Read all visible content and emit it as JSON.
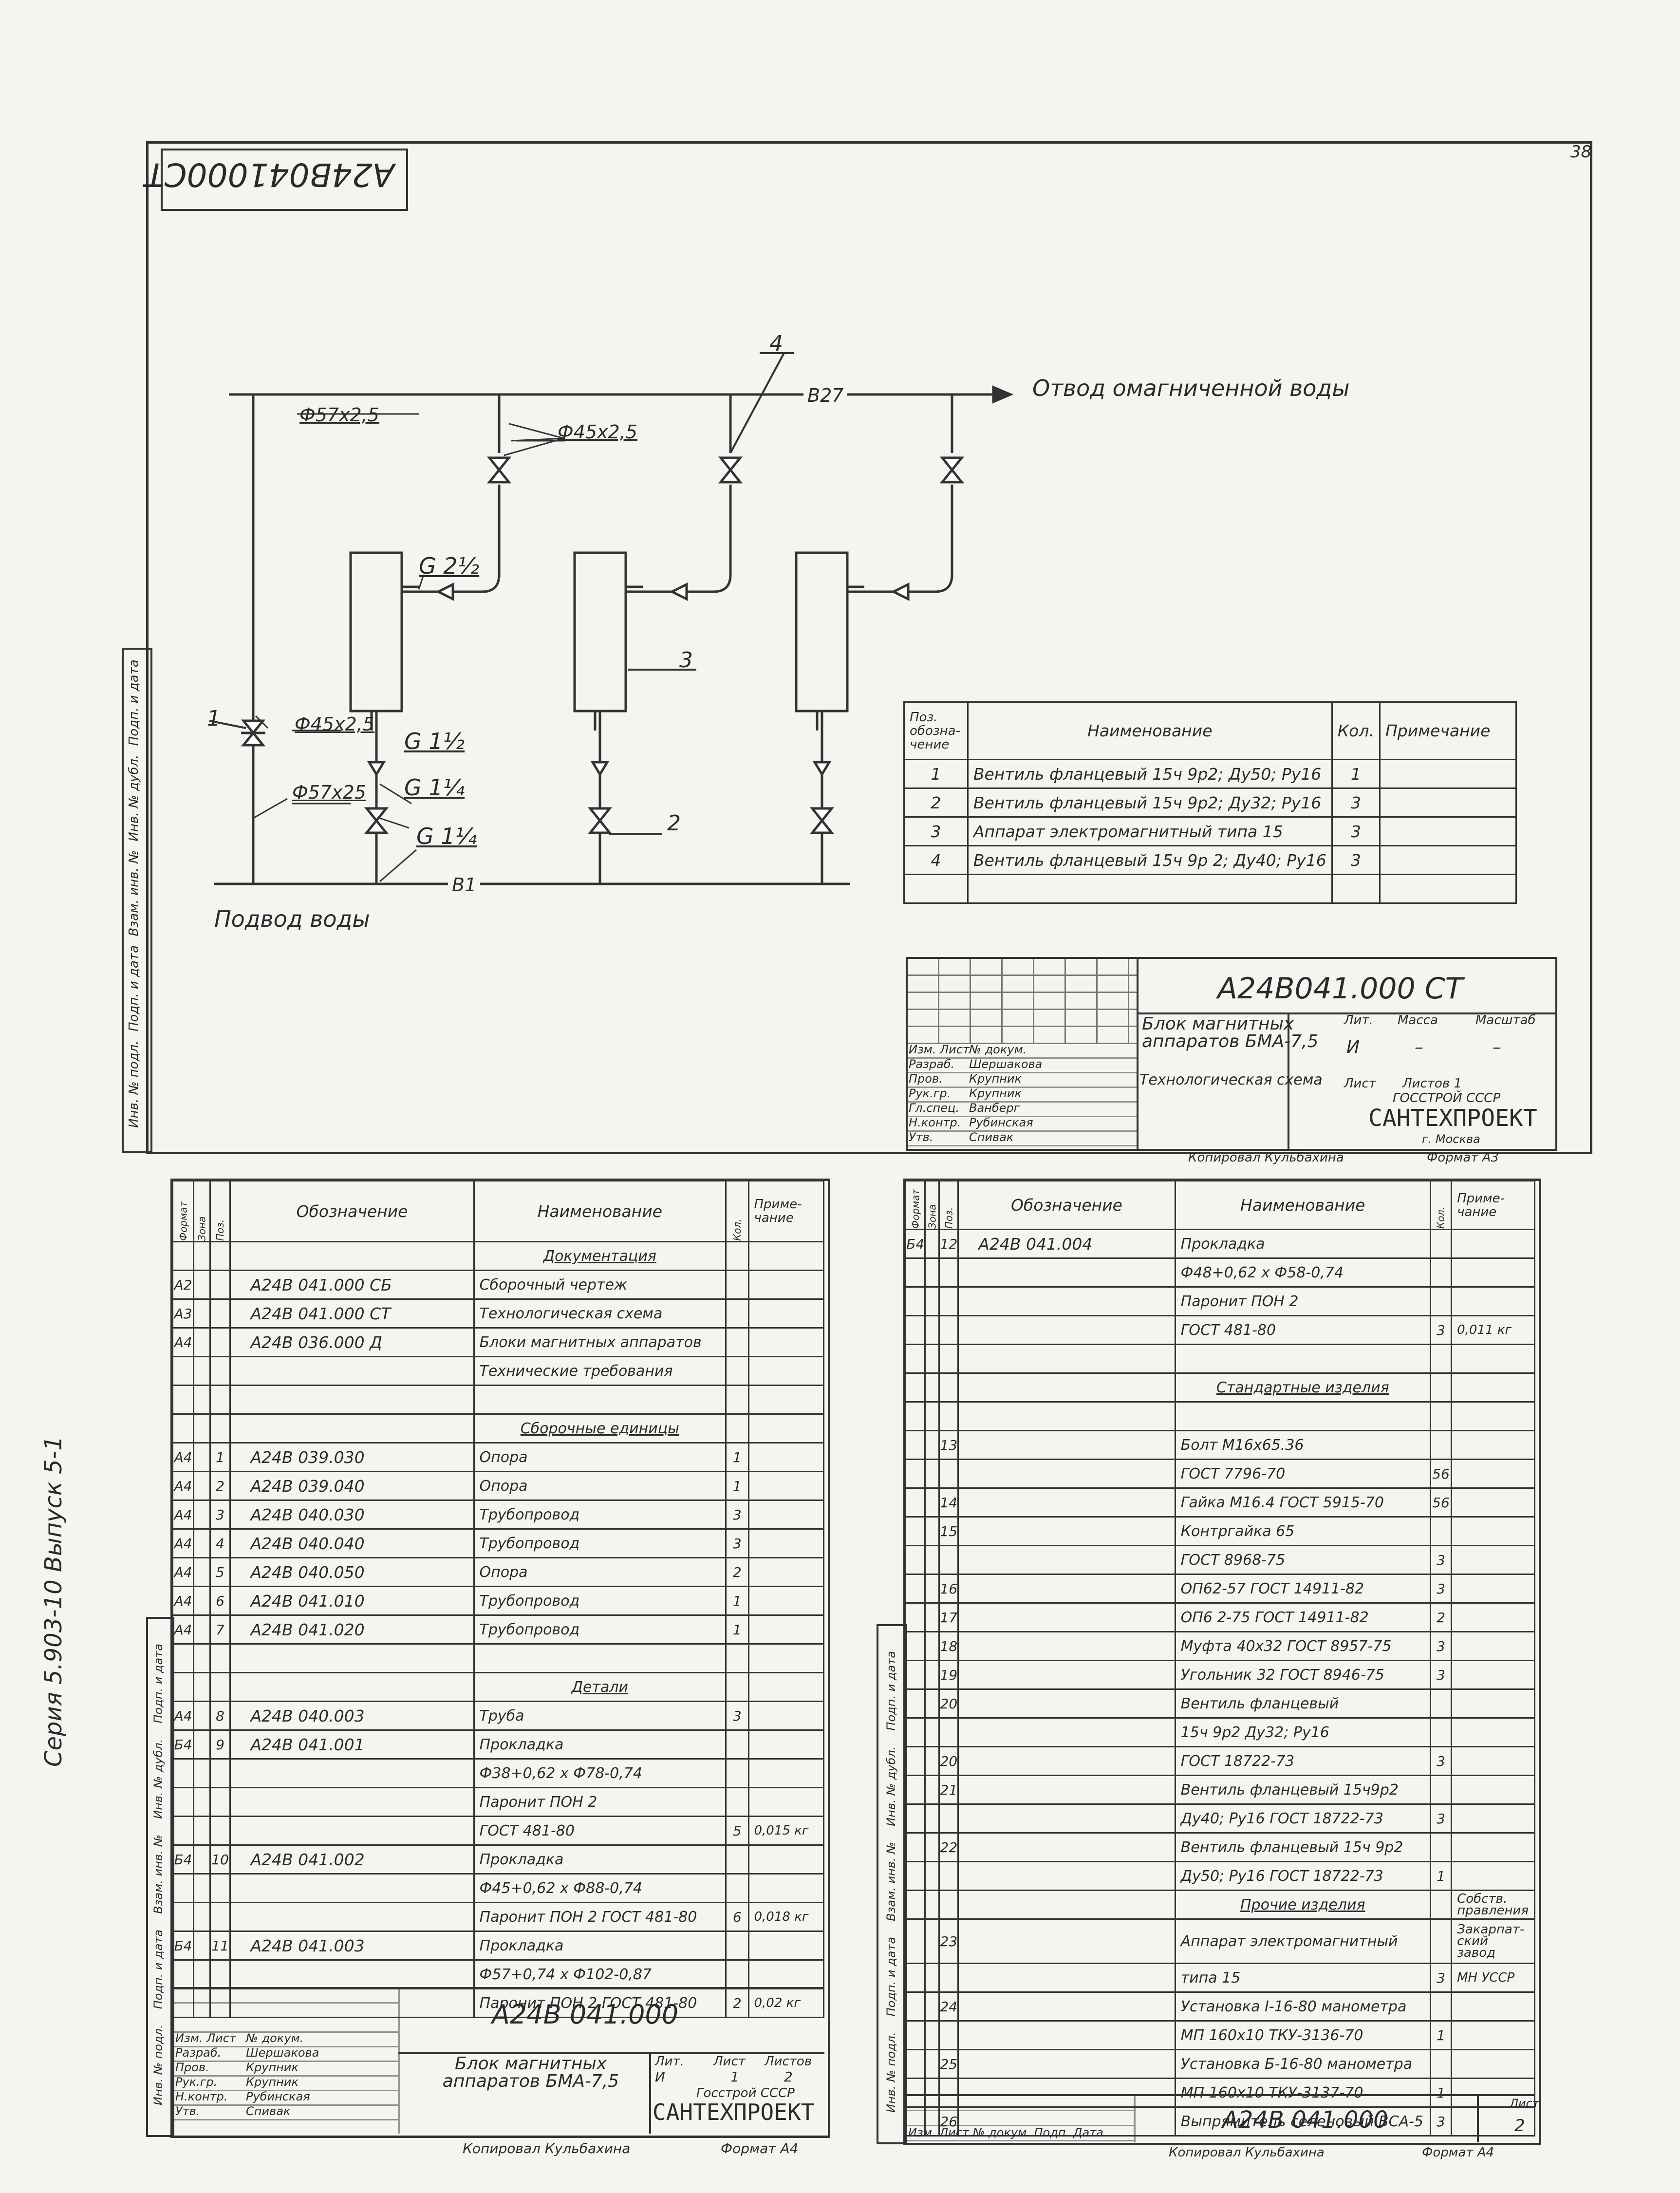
{
  "page": {
    "page_number": "38"
  },
  "scheme": {
    "stamp_code": "А24В041000СТ",
    "outlet_label": "Отвод омагниченной воды",
    "inlet_label": "Подвод воды",
    "pipe_b27": "B27",
    "pipe_b1": "B1",
    "dim_57_top": "Ф57х2,5",
    "dim_45_top": "Ф45х2,5",
    "dim_45_left": "Ф45х2,5",
    "dim_57_bot": "Ф57х25",
    "g_2half": "G 2½",
    "g_1half": "G 1½",
    "g_1q_a": "G 1¼",
    "g_1q_b": "G 1¼",
    "pos_1": "1",
    "pos_2": "2",
    "pos_3": "3",
    "pos_4": "4"
  },
  "legend": {
    "headers": {
      "pos": "Поз. обозна- чение",
      "name": "Наименование",
      "qty": "Кол.",
      "note": "Примечание"
    },
    "rows": [
      {
        "pos": "1",
        "name": "Вентиль фланцевый 15ч 9р2; Ду50; Ру16",
        "qty": "1",
        "note": ""
      },
      {
        "pos": "2",
        "name": "Вентиль фланцевый 15ч 9р2; Ду32; Ру16",
        "qty": "3",
        "note": ""
      },
      {
        "pos": "3",
        "name": "Аппарат электромагнитный типа 15",
        "qty": "3",
        "note": ""
      },
      {
        "pos": "4",
        "name": "Вентиль фланцевый 15ч 9р 2; Ду40; Ру16",
        "qty": "3",
        "note": ""
      }
    ]
  },
  "title_block_top": {
    "code": "А24В041.000 СТ",
    "title": "Блок магнитных аппаратов БМА-7,5",
    "subtitle": "Технологическая схема",
    "org": "ГОССТРОЙ СССР",
    "brand": "САНТЕХПРОЕКТ",
    "city": "г. Москва",
    "lit_label": "Лит.",
    "mass_label": "Масса",
    "scale_label": "Масштаб",
    "lit": "И",
    "mass": "–",
    "scale": "–",
    "sheet_label": "Лист",
    "sheets_label": "Листов 1",
    "roles": [
      "Изм. Лист",
      "Разраб.",
      "Пров.",
      "Рук.гр.",
      "Гл.спец.",
      "Н.контр.",
      "Утв."
    ],
    "names": [
      "№ докум.",
      "Шершакова",
      "Крупник",
      "Крупник",
      "Ванберг",
      "Рубинская",
      "Спивак"
    ],
    "copied": "Копировал Кульбахина",
    "format": "Формат А3"
  },
  "side_stamp_labels": [
    "Инв. № подл.",
    "Подп. и дата",
    "Взам. инв. №",
    "Инв. № дубл.",
    "Подп. и дата"
  ],
  "series_text": "Серия 5.903-10     Выпуск 5-1",
  "spec_left": {
    "headers": {
      "format": "Формат",
      "zone": "Зона",
      "pos": "Поз.",
      "code": "Обозначение",
      "name": "Наименование",
      "qty": "Кол.",
      "note": "Приме- чание"
    },
    "rows": [
      {
        "format": "",
        "zone": "",
        "pos": "",
        "code": "",
        "name": "Документация",
        "qty": "",
        "note": "",
        "section": true
      },
      {
        "format": "А2",
        "zone": "",
        "pos": "",
        "code": "А24В 041.000 СБ",
        "name": "Сборочный чертеж",
        "qty": "",
        "note": ""
      },
      {
        "format": "А3",
        "zone": "",
        "pos": "",
        "code": "А24В 041.000 СТ",
        "name": "Технологическая схема",
        "qty": "",
        "note": ""
      },
      {
        "format": "А4",
        "zone": "",
        "pos": "",
        "code": "А24В 036.000 Д",
        "name": "Блоки магнитных аппаратов",
        "qty": "",
        "note": ""
      },
      {
        "format": "",
        "zone": "",
        "pos": "",
        "code": "",
        "name": "Технические требования",
        "qty": "",
        "note": ""
      },
      {
        "format": "",
        "zone": "",
        "pos": "",
        "code": "",
        "name": "",
        "qty": "",
        "note": ""
      },
      {
        "format": "",
        "zone": "",
        "pos": "",
        "code": "",
        "name": "Сборочные единицы",
        "qty": "",
        "note": "",
        "section": true
      },
      {
        "format": "А4",
        "zone": "",
        "pos": "1",
        "code": "А24В 039.030",
        "name": "Опора",
        "qty": "1",
        "note": ""
      },
      {
        "format": "А4",
        "zone": "",
        "pos": "2",
        "code": "А24В 039.040",
        "name": "Опора",
        "qty": "1",
        "note": ""
      },
      {
        "format": "А4",
        "zone": "",
        "pos": "3",
        "code": "А24В 040.030",
        "name": "Трубопровод",
        "qty": "3",
        "note": ""
      },
      {
        "format": "А4",
        "zone": "",
        "pos": "4",
        "code": "А24В 040.040",
        "name": "Трубопровод",
        "qty": "3",
        "note": ""
      },
      {
        "format": "А4",
        "zone": "",
        "pos": "5",
        "code": "А24В 040.050",
        "name": "Опора",
        "qty": "2",
        "note": ""
      },
      {
        "format": "А4",
        "zone": "",
        "pos": "6",
        "code": "А24В 041.010",
        "name": "Трубопровод",
        "qty": "1",
        "note": ""
      },
      {
        "format": "А4",
        "zone": "",
        "pos": "7",
        "code": "А24В 041.020",
        "name": "Трубопровод",
        "qty": "1",
        "note": ""
      },
      {
        "format": "",
        "zone": "",
        "pos": "",
        "code": "",
        "name": "",
        "qty": "",
        "note": ""
      },
      {
        "format": "",
        "zone": "",
        "pos": "",
        "code": "",
        "name": "Детали",
        "qty": "",
        "note": "",
        "section": true
      },
      {
        "format": "А4",
        "zone": "",
        "pos": "8",
        "code": "А24В 040.003",
        "name": "Труба",
        "qty": "3",
        "note": ""
      },
      {
        "format": "Б4",
        "zone": "",
        "pos": "9",
        "code": "А24В 041.001",
        "name": "Прокладка",
        "qty": "",
        "note": ""
      },
      {
        "format": "",
        "zone": "",
        "pos": "",
        "code": "",
        "name": "Ф38+0,62 х Ф78-0,74",
        "qty": "",
        "note": ""
      },
      {
        "format": "",
        "zone": "",
        "pos": "",
        "code": "",
        "name": "Паронит ПОН 2",
        "qty": "",
        "note": ""
      },
      {
        "format": "",
        "zone": "",
        "pos": "",
        "code": "",
        "name": "ГОСТ 481-80",
        "qty": "5",
        "note": "0,015 кг"
      },
      {
        "format": "Б4",
        "zone": "",
        "pos": "10",
        "code": "А24В 041.002",
        "name": "Прокладка",
        "qty": "",
        "note": ""
      },
      {
        "format": "",
        "zone": "",
        "pos": "",
        "code": "",
        "name": "Ф45+0,62 х Ф88-0,74",
        "qty": "",
        "note": ""
      },
      {
        "format": "",
        "zone": "",
        "pos": "",
        "code": "",
        "name": "Паронит ПОН 2 ГОСТ 481-80",
        "qty": "6",
        "note": "0,018 кг"
      },
      {
        "format": "Б4",
        "zone": "",
        "pos": "11",
        "code": "А24В 041.003",
        "name": "Прокладка",
        "qty": "",
        "note": ""
      },
      {
        "format": "",
        "zone": "",
        "pos": "",
        "code": "",
        "name": "Ф57+0,74 х Ф102-0,87",
        "qty": "",
        "note": ""
      },
      {
        "format": "",
        "zone": "",
        "pos": "",
        "code": "",
        "name": "Паронит ПОН 2 ГОСТ 481-80",
        "qty": "2",
        "note": "0,02 кг"
      }
    ]
  },
  "title_block_left": {
    "code": "А24В 041.000",
    "title": "Блок магнитных аппаратов БМА-7,5",
    "org": "Госстрой СССР",
    "brand": "САНТЕХПРОЕКТ",
    "lit_label": "Лит.",
    "sheet_label": "Лист",
    "sheets_label": "Листов",
    "lit": "И",
    "sheet": "1",
    "sheets": "2",
    "roles": [
      "Изм. Лист",
      "Разраб.",
      "Пров.",
      "Рук.гр.",
      "Н.контр.",
      "Утв."
    ],
    "names": [
      "№ докум.",
      "Шершакова",
      "Крупник",
      "Крупник",
      "Рубинская",
      "Спивак"
    ],
    "copied": "Копировал Кульбахина",
    "format": "Формат А4"
  },
  "spec_right": {
    "headers": {
      "format": "Формат",
      "zone": "Зона",
      "pos": "Поз.",
      "code": "Обозначение",
      "name": "Наименование",
      "qty": "Кол.",
      "note": "Приме- чание"
    },
    "rows": [
      {
        "format": "Б4",
        "zone": "",
        "pos": "12",
        "code": "А24В 041.004",
        "name": "Прокладка",
        "qty": "",
        "note": ""
      },
      {
        "format": "",
        "zone": "",
        "pos": "",
        "code": "",
        "name": "Ф48+0,62 х Ф58-0,74",
        "qty": "",
        "note": ""
      },
      {
        "format": "",
        "zone": "",
        "pos": "",
        "code": "",
        "name": "Паронит ПОН 2",
        "qty": "",
        "note": ""
      },
      {
        "format": "",
        "zone": "",
        "pos": "",
        "code": "",
        "name": "ГОСТ 481-80",
        "qty": "3",
        "note": "0,011 кг"
      },
      {
        "format": "",
        "zone": "",
        "pos": "",
        "code": "",
        "name": "",
        "qty": "",
        "note": ""
      },
      {
        "format": "",
        "zone": "",
        "pos": "",
        "code": "",
        "name": "Стандартные изделия",
        "qty": "",
        "note": "",
        "section": true
      },
      {
        "format": "",
        "zone": "",
        "pos": "",
        "code": "",
        "name": "",
        "qty": "",
        "note": ""
      },
      {
        "format": "",
        "zone": "",
        "pos": "13",
        "code": "",
        "name": "Болт М16х65.36",
        "qty": "",
        "note": ""
      },
      {
        "format": "",
        "zone": "",
        "pos": "",
        "code": "",
        "name": "ГОСТ 7796-70",
        "qty": "56",
        "note": ""
      },
      {
        "format": "",
        "zone": "",
        "pos": "14",
        "code": "",
        "name": "Гайка М16.4 ГОСТ 5915-70",
        "qty": "56",
        "note": ""
      },
      {
        "format": "",
        "zone": "",
        "pos": "15",
        "code": "",
        "name": "Контргайка 65",
        "qty": "",
        "note": ""
      },
      {
        "format": "",
        "zone": "",
        "pos": "",
        "code": "",
        "name": "ГОСТ 8968-75",
        "qty": "3",
        "note": ""
      },
      {
        "format": "",
        "zone": "",
        "pos": "16",
        "code": "",
        "name": "ОП62-57 ГОСТ 14911-82",
        "qty": "3",
        "note": ""
      },
      {
        "format": "",
        "zone": "",
        "pos": "17",
        "code": "",
        "name": "ОП6 2-75 ГОСТ 14911-82",
        "qty": "2",
        "note": ""
      },
      {
        "format": "",
        "zone": "",
        "pos": "18",
        "code": "",
        "name": "Муфта 40х32 ГОСТ 8957-75",
        "qty": "3",
        "note": ""
      },
      {
        "format": "",
        "zone": "",
        "pos": "19",
        "code": "",
        "name": "Угольник 32 ГОСТ 8946-75",
        "qty": "3",
        "note": ""
      },
      {
        "format": "",
        "zone": "",
        "pos": "20",
        "code": "",
        "name": "Вентиль фланцевый",
        "qty": "",
        "note": ""
      },
      {
        "format": "",
        "zone": "",
        "pos": "",
        "code": "",
        "name": "15ч 9р2 Ду32; Ру16",
        "qty": "",
        "note": ""
      },
      {
        "format": "",
        "zone": "",
        "pos": "20",
        "code": "",
        "name": "ГОСТ 18722-73",
        "qty": "3",
        "note": ""
      },
      {
        "format": "",
        "zone": "",
        "pos": "21",
        "code": "",
        "name": "Вентиль фланцевый 15ч9р2",
        "qty": "",
        "note": ""
      },
      {
        "format": "",
        "zone": "",
        "pos": "",
        "code": "",
        "name": "Ду40; Ру16 ГОСТ 18722-73",
        "qty": "3",
        "note": ""
      },
      {
        "format": "",
        "zone": "",
        "pos": "22",
        "code": "",
        "name": "Вентиль фланцевый 15ч 9р2",
        "qty": "",
        "note": ""
      },
      {
        "format": "",
        "zone": "",
        "pos": "",
        "code": "",
        "name": "Ду50; Ру16 ГОСТ 18722-73",
        "qty": "1",
        "note": ""
      },
      {
        "format": "",
        "zone": "",
        "pos": "",
        "code": "",
        "name": "Прочие изделия",
        "qty": "",
        "note": "Собств. правления",
        "section": true
      },
      {
        "format": "",
        "zone": "",
        "pos": "23",
        "code": "",
        "name": "Аппарат электромагнитный",
        "qty": "",
        "note": "Закарпат- ский завод",
        "tall": true
      },
      {
        "format": "",
        "zone": "",
        "pos": "",
        "code": "",
        "name": "типа 15",
        "qty": "3",
        "note": "МН УССР"
      },
      {
        "format": "",
        "zone": "",
        "pos": "24",
        "code": "",
        "name": "Установка I-16-80 манометра",
        "qty": "",
        "note": ""
      },
      {
        "format": "",
        "zone": "",
        "pos": "",
        "code": "",
        "name": "МП 160х10 ТКУ-3136-70",
        "qty": "1",
        "note": ""
      },
      {
        "format": "",
        "zone": "",
        "pos": "25",
        "code": "",
        "name": "Установка Б-16-80 манометра",
        "qty": "",
        "note": ""
      },
      {
        "format": "",
        "zone": "",
        "pos": "",
        "code": "",
        "name": "МП 160х10 ТКУ-3137-70",
        "qty": "1",
        "note": ""
      },
      {
        "format": "",
        "zone": "",
        "pos": "26",
        "code": "",
        "name": "Выпрямитель селеновый ВСА-5",
        "qty": "3",
        "note": ""
      }
    ]
  },
  "title_block_right": {
    "code": "А24В 041.000",
    "sheet_label": "Лист",
    "sheet": "2",
    "roles": "Изм. Лист № докум. Подп. Дата",
    "copied": "Копировал Кульбахина",
    "format": "Формат А4"
  }
}
